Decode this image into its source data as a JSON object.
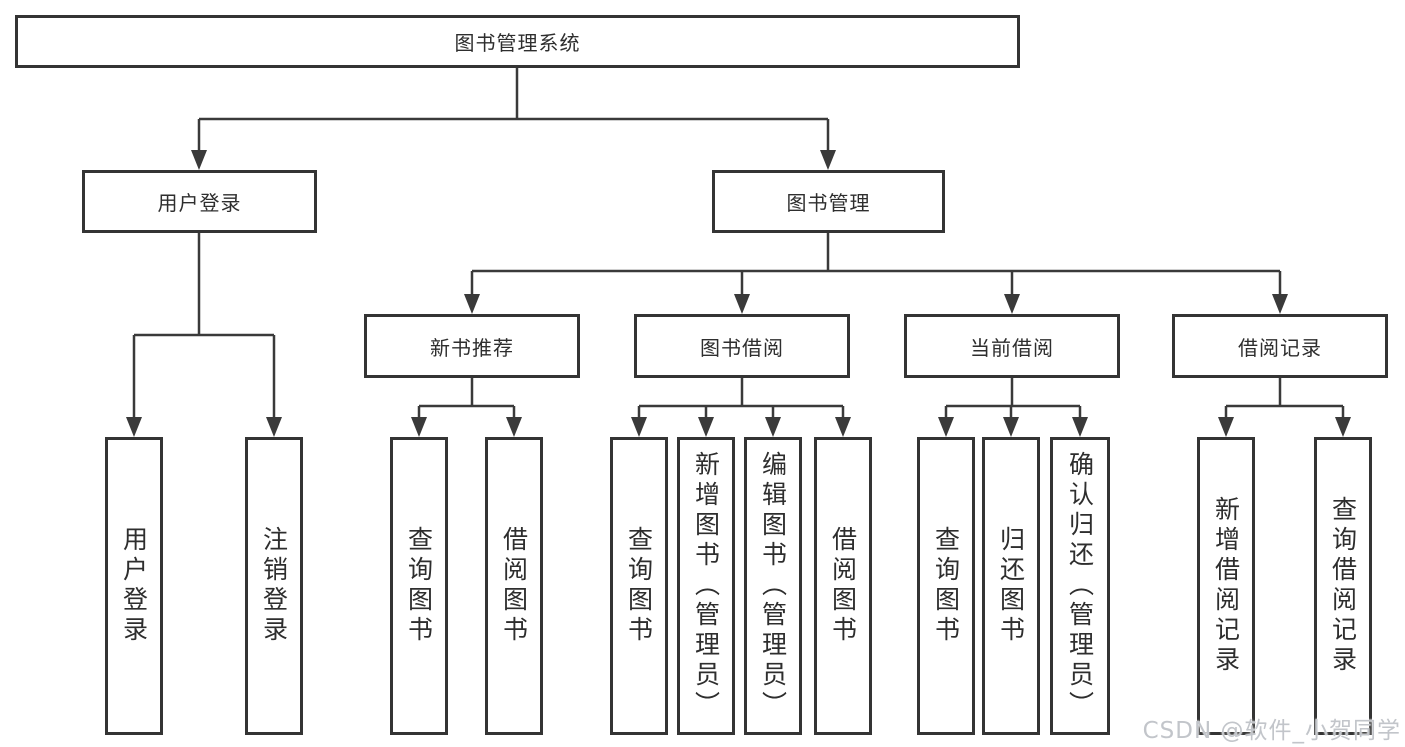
{
  "watermark": "CSDN @软件_小贺同学",
  "colors": {
    "background": "#ffffff",
    "line": "#3a3a3a",
    "box_border": "#343434",
    "text": "#2e2e2e",
    "watermark": "#c2c5ca"
  },
  "tree": {
    "label": "图书管理系统",
    "children": [
      {
        "label": "用户登录",
        "children": [
          {
            "label": "用户登录"
          },
          {
            "label": "注销登录"
          }
        ]
      },
      {
        "label": "图书管理",
        "children": [
          {
            "label": "新书推荐",
            "children": [
              {
                "label": "查询图书"
              },
              {
                "label": "借阅图书"
              }
            ]
          },
          {
            "label": "图书借阅",
            "children": [
              {
                "label": "查询图书"
              },
              {
                "label": "新增图书（管理员）"
              },
              {
                "label": "编辑图书（管理员）"
              },
              {
                "label": "借阅图书"
              }
            ]
          },
          {
            "label": "当前借阅",
            "children": [
              {
                "label": "查询图书"
              },
              {
                "label": "归还图书"
              },
              {
                "label": "确认归还（管理员）"
              }
            ]
          },
          {
            "label": "借阅记录",
            "children": [
              {
                "label": "新增借阅记录"
              },
              {
                "label": "查询借阅记录"
              }
            ]
          }
        ]
      }
    ]
  }
}
